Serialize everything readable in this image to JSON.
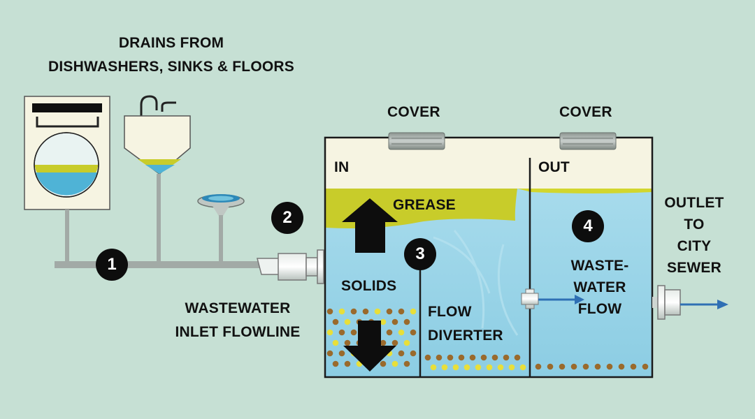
{
  "title_lines": [
    "DRAINS FROM",
    "DISHWASHERS, SINKS & FLOORS"
  ],
  "inlet_label_lines": [
    "WASTEWATER",
    "INLET FLOWLINE"
  ],
  "cover_left": "COVER",
  "cover_right": "COVER",
  "in_label": "IN",
  "out_label": "OUT",
  "grease_label": "GREASE",
  "solids_label": "SOLIDS",
  "diverter_label_lines": [
    "FLOW",
    "DIVERTER"
  ],
  "flow_label_lines": [
    "WASTE-",
    "WATER",
    "FLOW"
  ],
  "outlet_label_lines": [
    "OUTLET",
    "TO",
    "CITY",
    "SEWER"
  ],
  "steps": [
    "1",
    "2",
    "3",
    "4"
  ],
  "colors": {
    "background": "#c6e0d4",
    "water": "#9fd6e8",
    "grease": "#c8cc2a",
    "tank_top": "#f6f4e2",
    "pipe": "#a2aaa6",
    "solid_brown": "#9a6a2c",
    "solid_yellow": "#e8df3a",
    "flow_arrow": "#2f6fb4"
  }
}
